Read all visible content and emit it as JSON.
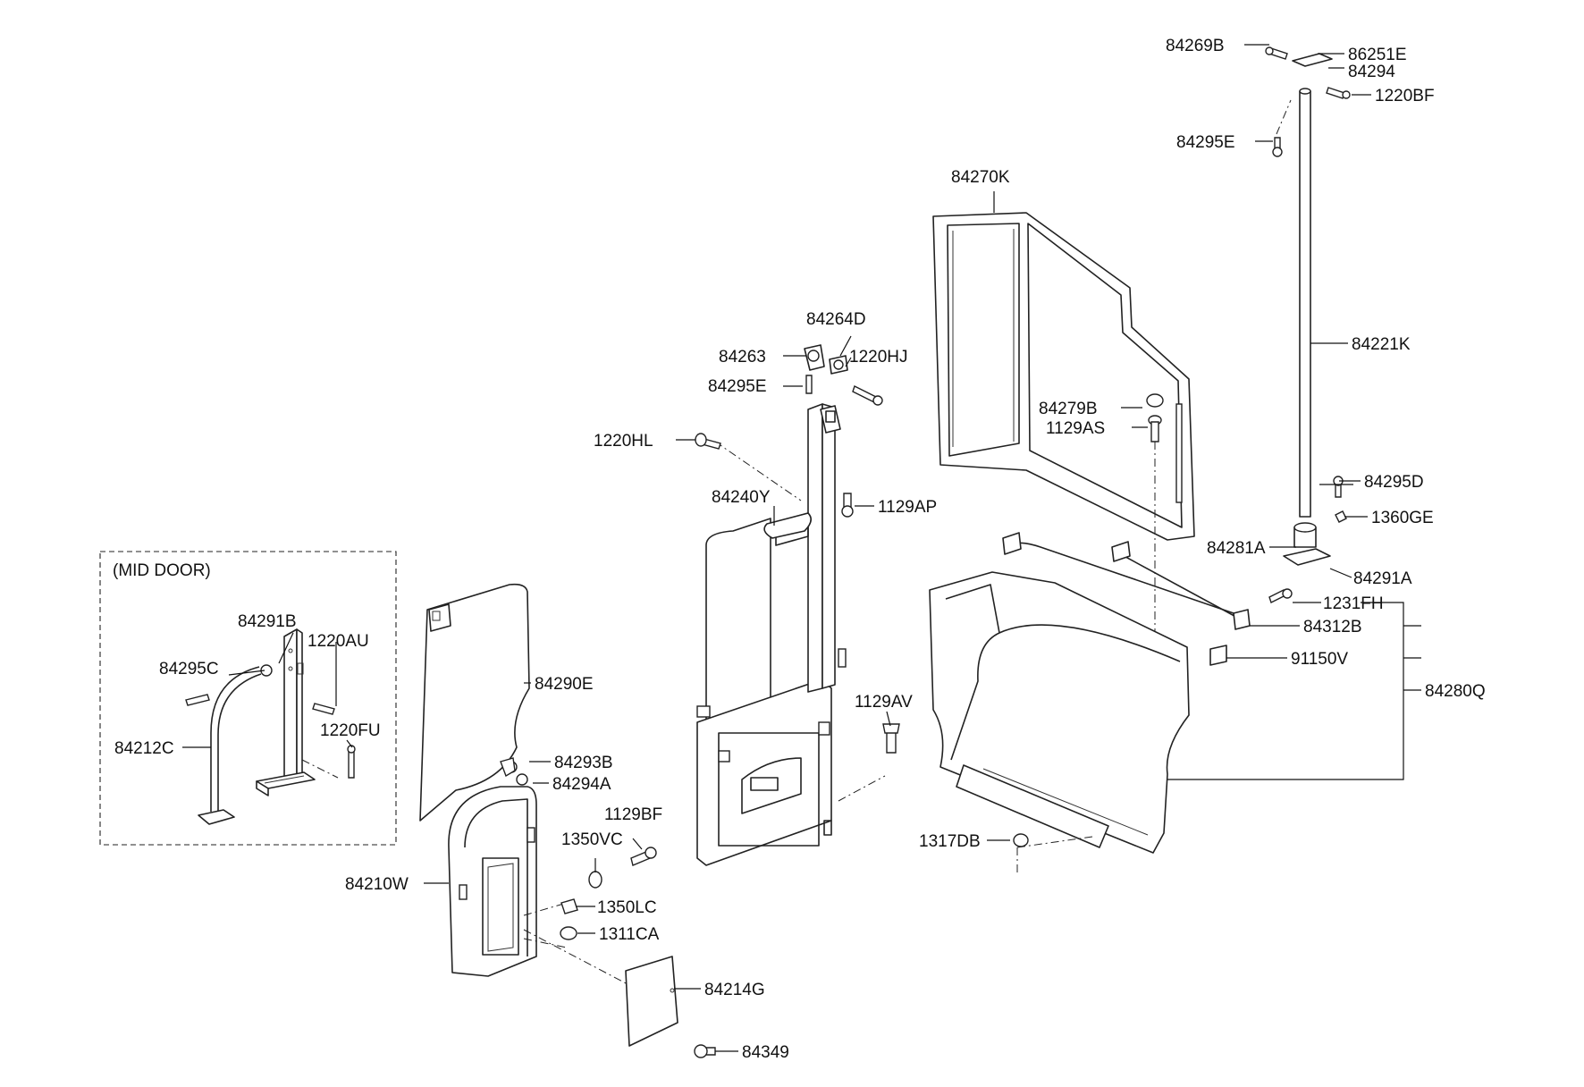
{
  "diagram": {
    "group_label": "(MID DOOR)",
    "part_labels": [
      "84269B",
      "86251E",
      "84294",
      "1220BF",
      "84295E",
      "84270K",
      "84221K",
      "84264D",
      "84263",
      "1220HJ",
      "84295E",
      "1220HL",
      "84279B",
      "1129AS",
      "84295D",
      "84240Y",
      "1129AP",
      "1360GE",
      "84281A",
      "84291A",
      "1231FH",
      "84312B",
      "91150V",
      "84280Q",
      "84291B",
      "1220AU",
      "84295C",
      "84290E",
      "1129AV",
      "1220FU",
      "84212C",
      "84293B",
      "84294A",
      "1129BF",
      "1350VC",
      "1317DB",
      "84210W",
      "1350LC",
      "1311CA",
      "84214G",
      "84349"
    ]
  }
}
